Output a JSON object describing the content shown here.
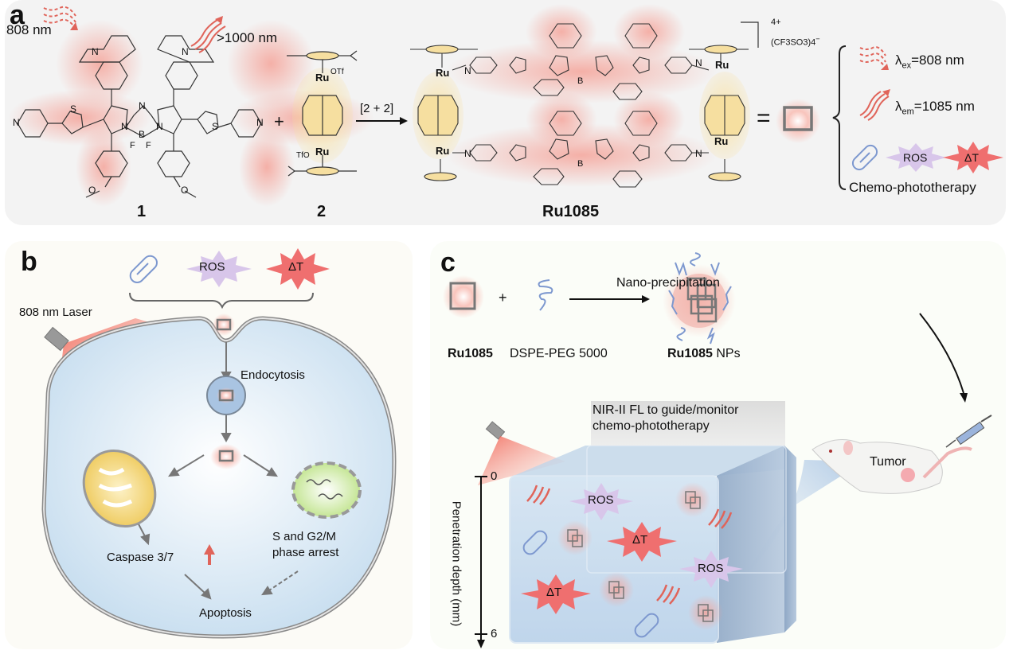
{
  "panels": {
    "a": {
      "label": "a",
      "excitation_label": "808 nm",
      "emission_label": ">1000 nm",
      "compound1_label": "1",
      "compound2_label": "2",
      "plus": "+",
      "reaction_label": "[2 + 2]",
      "product_label": "Ru1085",
      "charge": "4+",
      "counterion": "(CF3SO3)4",
      "counterion_charge": "−",
      "equals": "=",
      "atoms": {
        "N": "N",
        "S": "S",
        "B": "B",
        "F": "F",
        "O": "O",
        "Ru": "Ru",
        "OTf": "OTf",
        "TfO": "TfO",
        "minus": "−",
        "plus": "+"
      },
      "legend": {
        "ex_symbol": "λ",
        "ex_sub": "ex",
        "ex_value": "=808 nm",
        "em_symbol": "λ",
        "em_sub": "em",
        "em_value": "=1085 nm",
        "ros": "ROS",
        "dt": "ΔT",
        "caption": "Chemo-phototherapy"
      }
    },
    "b": {
      "label": "b",
      "ros": "ROS",
      "dt": "ΔT",
      "laser_label": "808 nm Laser",
      "endocytosis": "Endocytosis",
      "caspase": "Caspase 3/7",
      "arrest_line1": "S and G2/M",
      "arrest_line2": "phase arrest",
      "apoptosis": "Apoptosis"
    },
    "c": {
      "label": "c",
      "plus": "+",
      "nanoprecip": "Nano-precipitation",
      "ru1085": "Ru1085",
      "dspe": "DSPE-PEG 5000",
      "np_bold": "Ru1085",
      "np_suffix": " NPs",
      "nir_line1": "NIR-II FL to guide/monitor",
      "nir_line2": "chemo-phototherapy",
      "tumor": "Tumor",
      "depth_axis_label": "Penetration depth (mm)",
      "depth_min": "0",
      "depth_max": "6",
      "ros": "ROS",
      "dt": "ΔT"
    }
  },
  "colors": {
    "glow_red": "#f4a49a",
    "arrow_red": "#e0645a",
    "capsule_blue": "#7d98cf",
    "ros_purple": "#d8c6ea",
    "dt_red": "#ef6f6f",
    "quinone_yellow": "#f6dfa0",
    "cell_blue": "#cfe2f0",
    "tissue_blue": "#c9dcef"
  }
}
